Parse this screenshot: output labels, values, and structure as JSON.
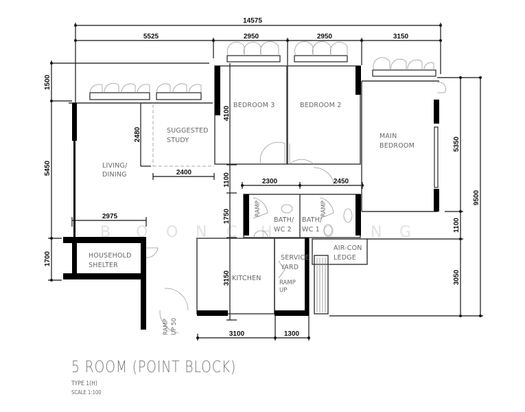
{
  "plan": {
    "title": "5 ROOM (POINT BLOCK)",
    "type": "TYPE 1(H)",
    "scale": "SCALE  1:100",
    "watermark": [
      "B",
      "O",
      "O",
      "N",
      "C",
      "H",
      "O",
      "N",
      "G"
    ]
  },
  "rooms": {
    "bedroom3": "BEDROOM  3",
    "bedroom2": "BEDROOM  2",
    "main_bedroom_l1": "MAIN",
    "main_bedroom_l2": "BEDROOM",
    "study_l1": "SUGGESTED",
    "study_l2": "STUDY",
    "living_l1": "LIVING/",
    "living_l2": "DINING",
    "shelter_l1": "HOUSEHOLD",
    "shelter_l2": "SHELTER",
    "bath2_l1": "BATH/",
    "bath2_l2": "WC  2",
    "bath1_l1": "BATH/",
    "bath1_l2": "WC  1",
    "aircon_l1": "AIR-CON",
    "aircon_l2": "LEDGE",
    "service_l1": "SERVICE",
    "service_l2": "YARD",
    "kitchen": "KITCHEN",
    "ramp_up": "RAMP",
    "ramp_up2": "UP",
    "ramp_up50": "RAMP",
    "ramp_up50_2": "UP 50"
  },
  "dimensions": {
    "overall_width": "14575",
    "top_1": "5525",
    "top_2": "2950",
    "top_3": "2950",
    "top_4": "3150",
    "left_1": "1500",
    "left_2": "5450",
    "left_3": "1700",
    "study_h": "2480",
    "study_w": "2400",
    "bed3_h": "4100",
    "corridor_h": "1100",
    "bath_h": "1750",
    "kitchen_h": "3150",
    "bath2_w": "2300",
    "bath1_w": "2450",
    "living_w": "2975",
    "right_1": "5350",
    "right_2": "1100",
    "right_3": "3050",
    "right_total": "9500",
    "bottom_1": "3100",
    "bottom_2": "1300"
  }
}
